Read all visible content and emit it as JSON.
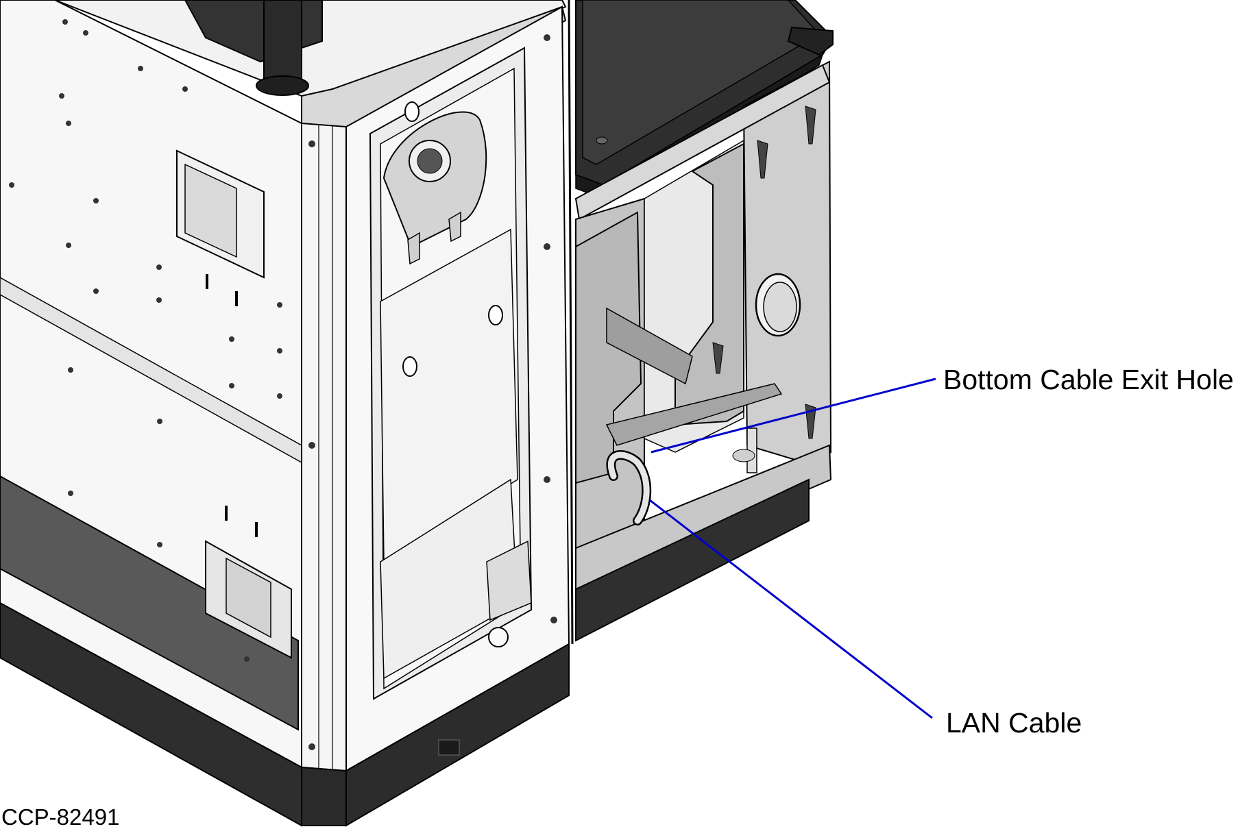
{
  "figure": {
    "id_label": "CCP-82491"
  },
  "callouts": [
    {
      "name": "bottom-cable-exit-hole",
      "label": "Bottom Cable Exit Hole"
    },
    {
      "name": "lan-cable",
      "label": "LAN Cable"
    }
  ],
  "colors": {
    "leader_line": "#0000cc",
    "sheet_metal_light": "#f4f4f4",
    "sheet_metal_mid": "#c9c9c9",
    "sheet_metal_dark": "#a9a9a9",
    "base_black": "#333333",
    "outline": "#000000"
  }
}
